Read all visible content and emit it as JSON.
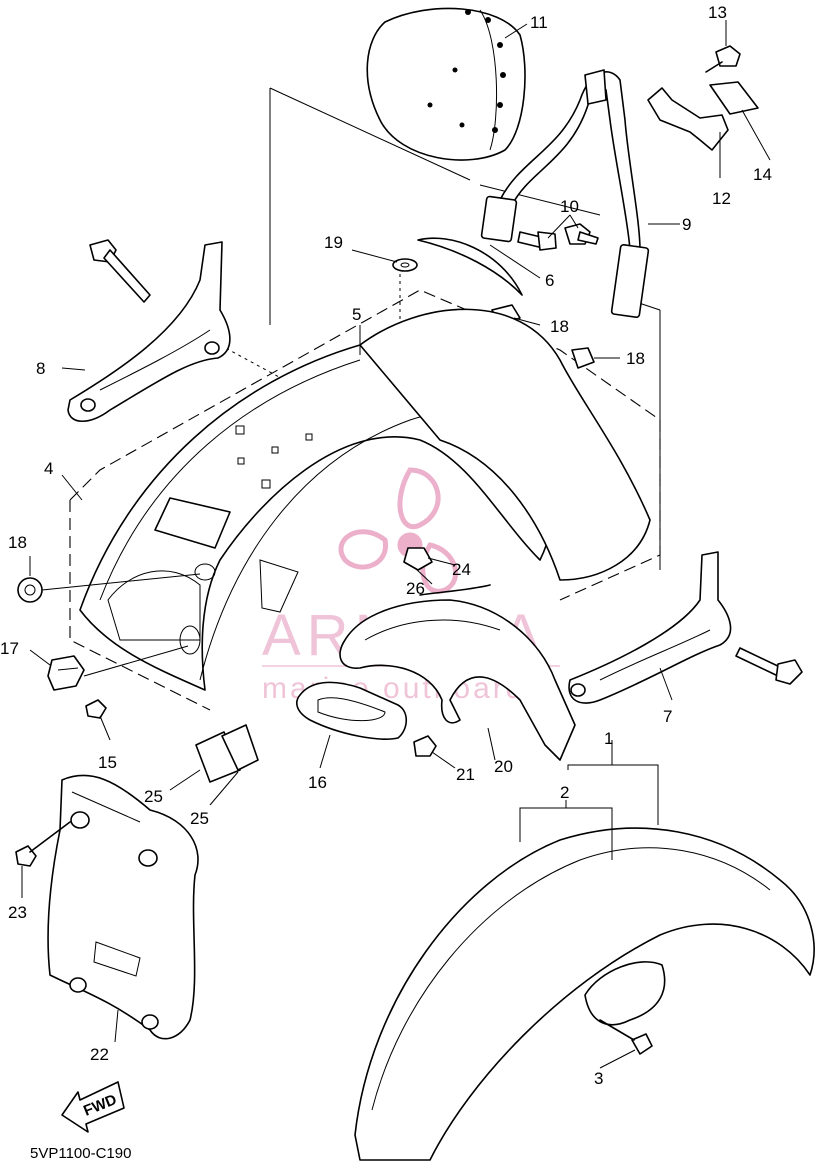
{
  "diagram": {
    "code": "5VP1100-C190",
    "fwd_label": "FWD",
    "callouts": {
      "c1": "1",
      "c2": "2",
      "c3": "3",
      "c4": "4",
      "c5": "5",
      "c6": "6",
      "c7": "7",
      "c8": "8",
      "c9": "9",
      "c10": "10",
      "c11": "11",
      "c12": "12",
      "c13": "13",
      "c14": "14",
      "c15": "15",
      "c16": "16",
      "c17": "17",
      "c18a": "18",
      "c18b": "18",
      "c18c": "18",
      "c19": "19",
      "c20": "20",
      "c21": "21",
      "c22": "22",
      "c23": "23",
      "c24": "24",
      "c25a": "25",
      "c25b": "25",
      "c26": "26"
    }
  },
  "watermark": {
    "brand": "ARMADA",
    "tagline": "marine outboards",
    "color": "#e9a3c3"
  }
}
